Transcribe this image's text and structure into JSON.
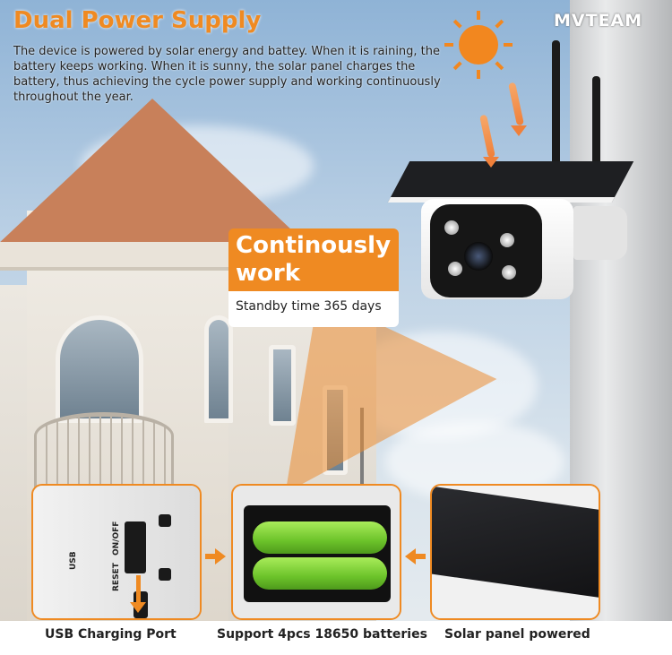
{
  "brand": {
    "logo": "MVTEAM"
  },
  "heading": {
    "title": "Dual Power Supply",
    "description": "The device is powered by solar energy and battey. When it is raining, the battery keeps working. When it is sunny, the solar panel charges the battery, thus achieving the cycle power supply and working continuously throughout the year."
  },
  "callout": {
    "headline": "Continously work",
    "subtext": "Standby time 365 days"
  },
  "panels": [
    {
      "caption": "USB Charging Port",
      "labels": {
        "usb": "USB",
        "switch": "ON/OFF",
        "reset": "RESET"
      }
    },
    {
      "caption": "Support 4pcs 18650 batteries"
    },
    {
      "caption": "Solar panel powered"
    }
  ],
  "icons": [
    "sun-icon",
    "heat-wave-icon",
    "arrow-right-icon",
    "arrow-left-icon",
    "arrow-down-icon"
  ],
  "colors": {
    "accent": "#ef8a22",
    "text": "#222222",
    "callout_text": "#ffffff"
  }
}
